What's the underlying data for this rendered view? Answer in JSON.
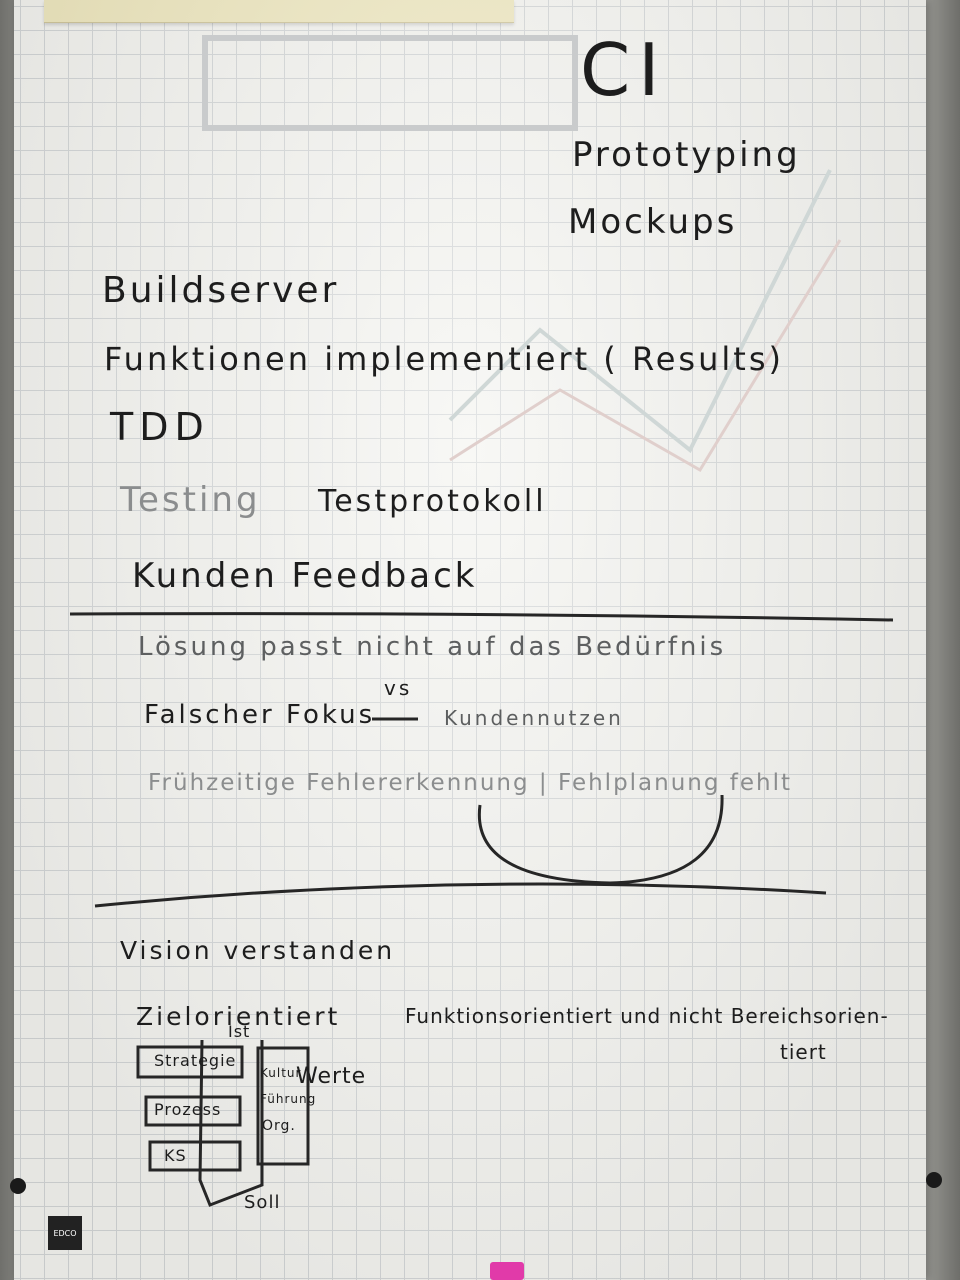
{
  "title": "CI",
  "top_items": [
    "Prototyping",
    "Mockups"
  ],
  "left_items": {
    "buildserver": "Buildserver",
    "funktionen": "Funktionen implementiert ( Results)",
    "tdd": "TDD",
    "testing": "Testing",
    "testprotokoll": "Testprotokoll",
    "kunden_feedback": "Kunden Feedback"
  },
  "problems": {
    "loesung": "Lösung passt nicht auf das Bedürfnis",
    "falscher_fokus": "Falscher Fokus",
    "vs": "vs",
    "kundennutzen": "Kundennutzen",
    "fruehzeitige": "Frühzeitige Fehlererkennung | Fehlplanung fehlt"
  },
  "vision": {
    "vision_verstanden": "Vision verstanden",
    "zielorientiert": "Zielorientiert",
    "funktionsorientiert": "Funktionsorientiert und nicht Bereichsorien-",
    "funktionsorientiert_cont": "tiert"
  },
  "sketch": {
    "ist": "Ist",
    "strategie": "Strategie",
    "prozess": "Prozess",
    "ks": "KS",
    "kultur": "Kultur",
    "werte": "Werte",
    "fuehrung": "Führung",
    "org": "Org.",
    "soll": "Soll"
  },
  "logo_text": "EDCO"
}
